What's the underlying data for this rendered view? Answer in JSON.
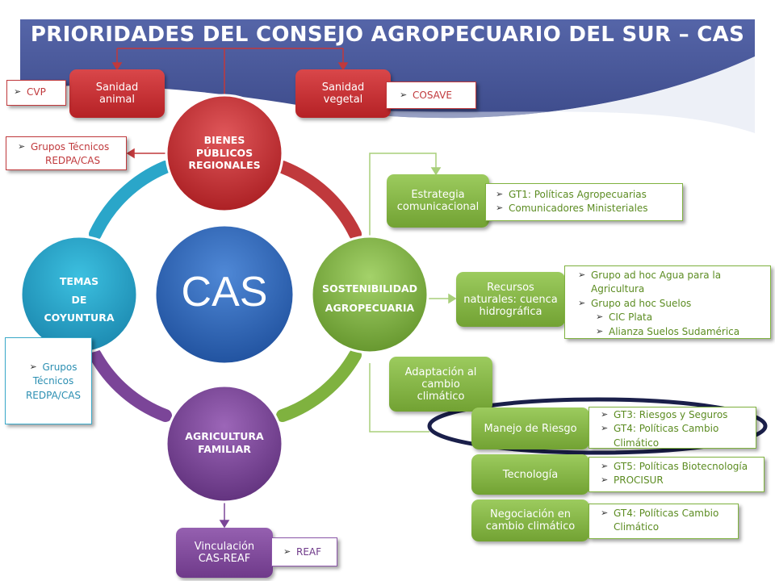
{
  "title": "PRIORIDADES DEL CONSEJO AGROPECUARIO DEL SUR – CAS",
  "center": "CAS",
  "circles": {
    "bienes": [
      "BIENES",
      "PÚBLICOS",
      "REGIONALES"
    ],
    "sostenibilidad": [
      "SOSTENIBILIDAD",
      "AGROPECUARIA"
    ],
    "agricultura": [
      "AGRICULTURA",
      "FAMILIAR"
    ],
    "temas": [
      "TEMAS",
      "DE",
      "COYUNTURA"
    ]
  },
  "red_boxes": {
    "sanidad_animal": [
      "Sanidad",
      "animal"
    ],
    "sanidad_vegetal": [
      "Sanidad",
      "vegetal"
    ]
  },
  "red_cards": {
    "cvp": "CVP",
    "cosave": "COSAVE",
    "grupos": [
      "Grupos Técnicos",
      "REDPA/CAS"
    ]
  },
  "cyan_card": [
    "Grupos",
    "Técnicos",
    "REDPA/CAS"
  ],
  "green_boxes": {
    "estrategia": [
      "Estrategia",
      "comunicacional"
    ],
    "recursos": [
      "Recursos",
      "naturales: cuenca",
      "hidrográfica"
    ],
    "adaptacion": [
      "Adaptación al",
      "cambio",
      "climático"
    ],
    "manejo": "Manejo de Riesgo",
    "tecnologia": "Tecnología",
    "negociacion": [
      "Negociación en",
      "cambio climático"
    ]
  },
  "green_cards": {
    "estrategia": [
      "GT1: Políticas Agropecuarias",
      "Comunicadores Ministeriales"
    ],
    "recursos": {
      "item1": [
        "Grupo ad hoc Agua para la",
        "Agricultura"
      ],
      "item2": "Grupo ad hoc Suelos",
      "sub": [
        "CIC Plata",
        "Alianza Suelos Sudamérica"
      ]
    },
    "manejo": {
      "item1": "GT3: Riesgos y Seguros",
      "item2": [
        "GT4: Políticas Cambio",
        "Climático"
      ]
    },
    "tecnologia": [
      "GT5: Políticas Biotecnología",
      "PROCISUR"
    ],
    "negociacion": [
      "GT4: Políticas Cambio",
      "Climático"
    ]
  },
  "purple_box": [
    "Vinculación",
    "CAS-REAF"
  ],
  "purple_card": "REAF",
  "colors": {
    "header_blue": "#4a5a9a",
    "red": "#c0393c",
    "green": "#7fb23f",
    "purple": "#7b4598",
    "cyan": "#2aa6c9",
    "blue_center": "#2e67b8",
    "highlight_ellipse": "#1a1f4a"
  }
}
